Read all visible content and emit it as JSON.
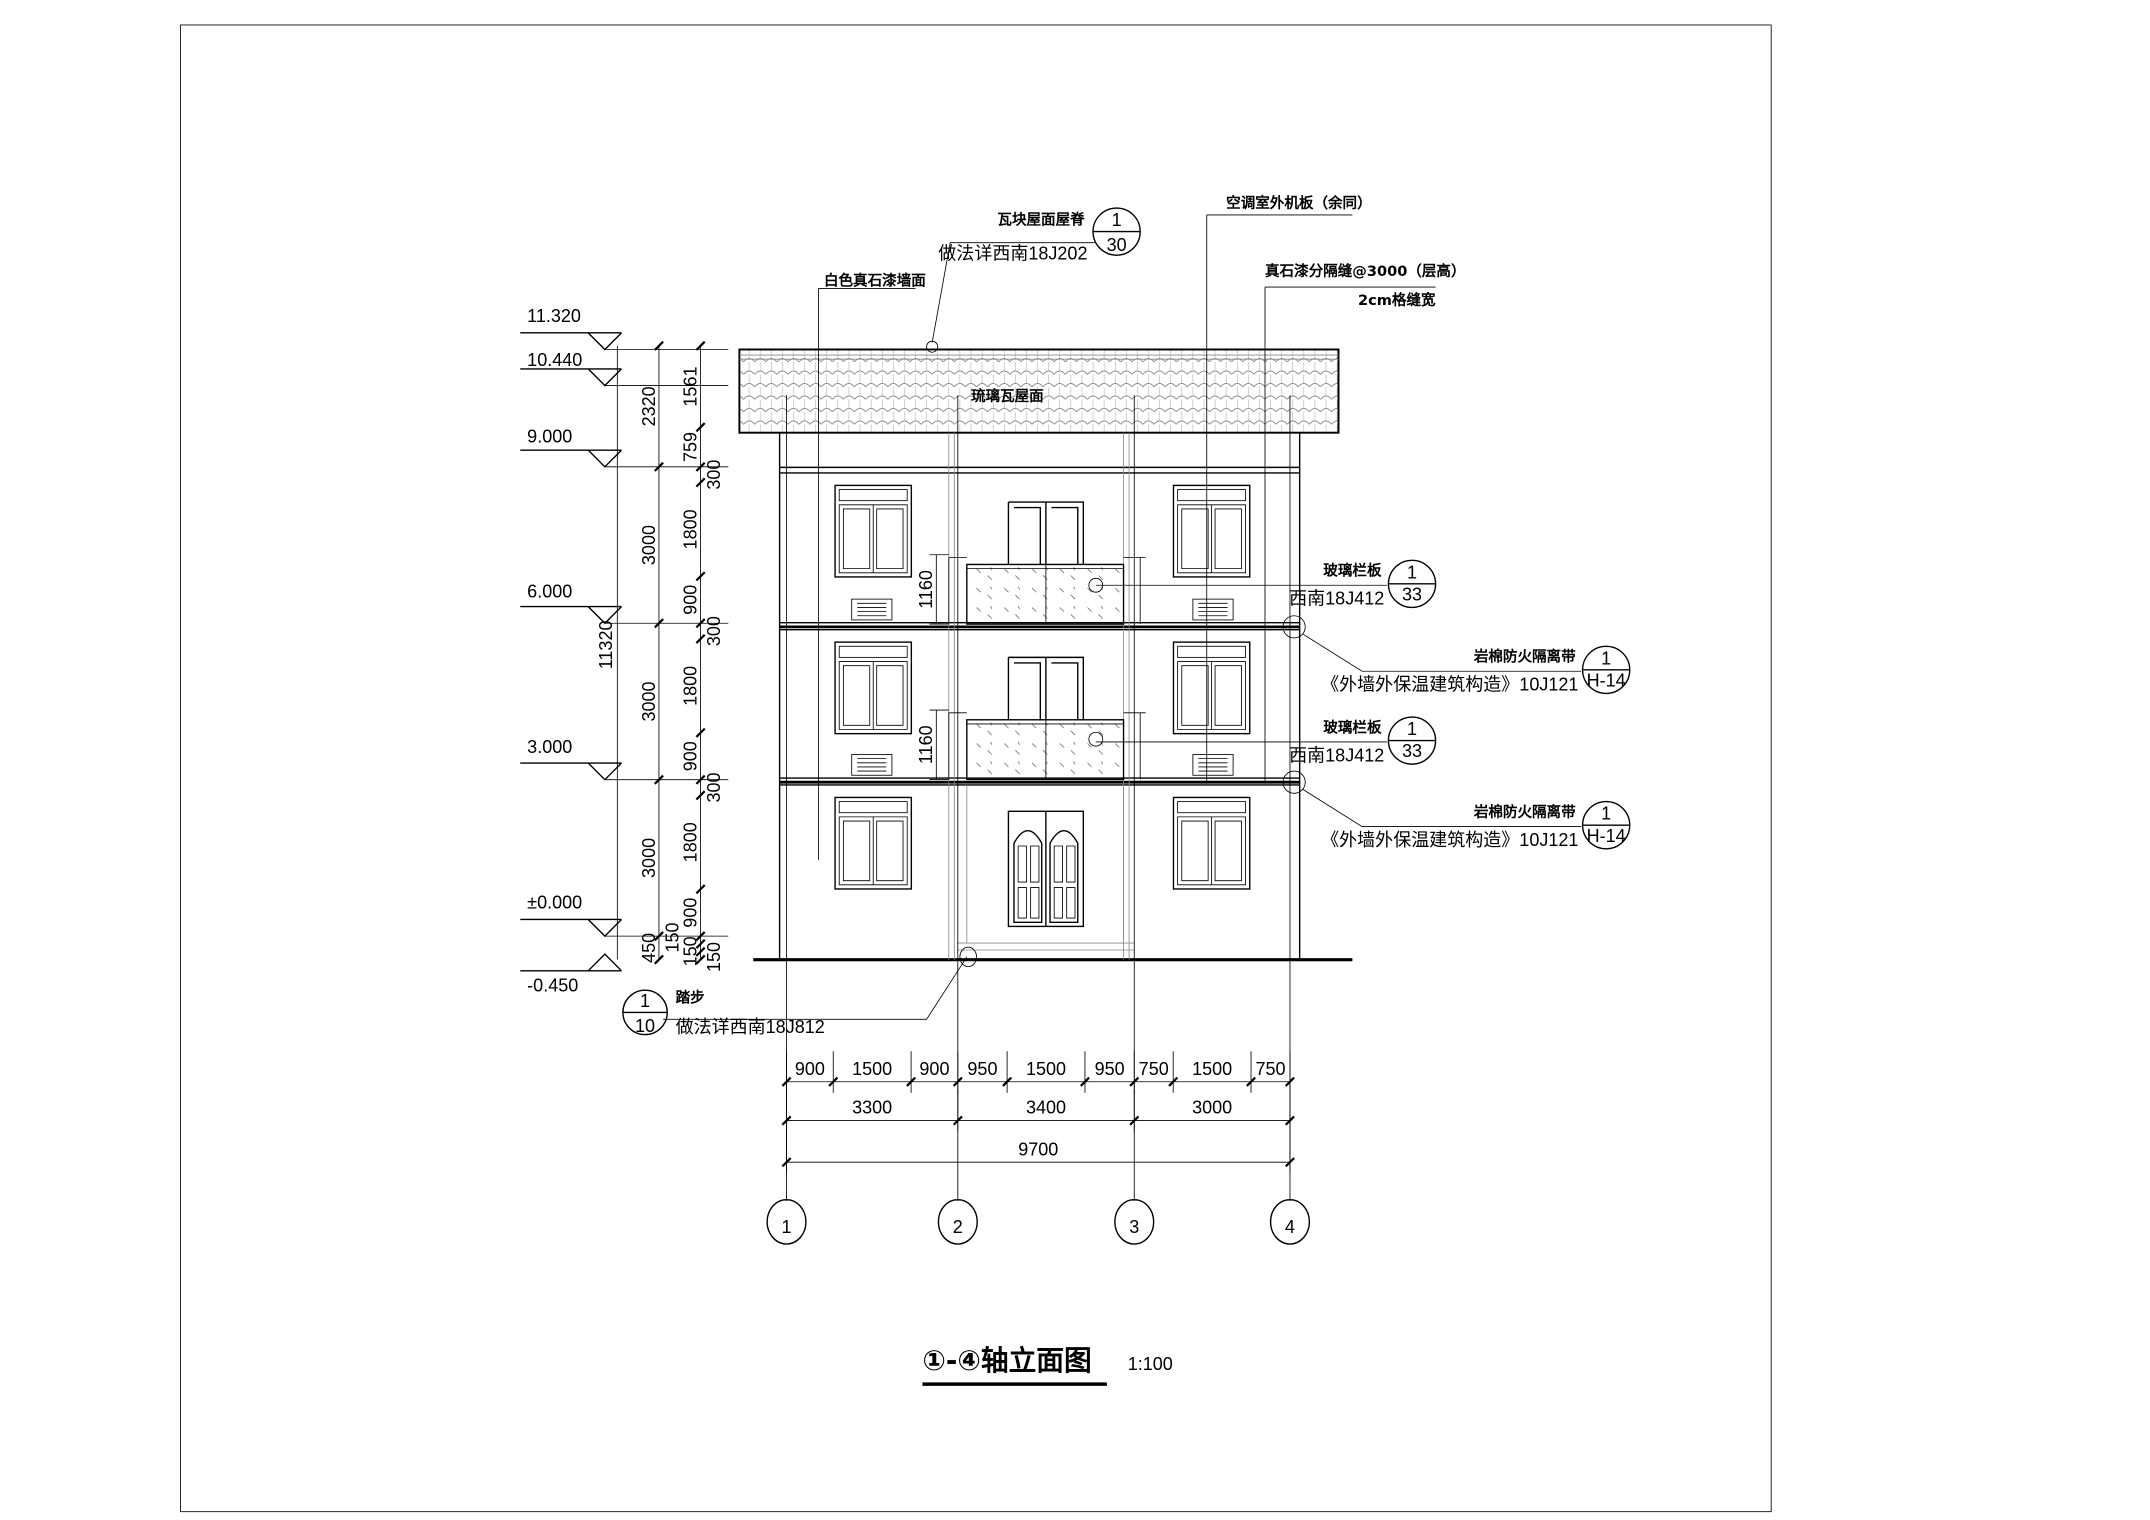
{
  "elevations": [
    "11.320",
    "10.440",
    "9.000",
    "6.000",
    "3.000",
    "±0.000",
    "-0.450"
  ],
  "dims_vertical": {
    "total": "11320",
    "outer": [
      "2320",
      "3000",
      "3000",
      "3000",
      "450"
    ],
    "inner": [
      "1561",
      "759",
      "300",
      "1800",
      "900",
      "300",
      "1800",
      "900",
      "300",
      "1800",
      "900",
      "150",
      "150",
      "150"
    ],
    "balcony": [
      "1160",
      "1160"
    ]
  },
  "dims_horizontal": {
    "row1": [
      "900",
      "1500",
      "900",
      "950",
      "1500",
      "950",
      "750",
      "1500",
      "750"
    ],
    "row2": [
      "3300",
      "3400",
      "3000"
    ],
    "row3": "9700"
  },
  "axes": [
    "1",
    "2",
    "3",
    "4"
  ],
  "annotations": {
    "roof_ridge": {
      "title": "瓦块屋面屋脊",
      "ref": "做法详西南18J202",
      "num": "1",
      "sheet": "30"
    },
    "wall": {
      "title": "白色真石漆墙面"
    },
    "ac_board": {
      "title": "空调室外机板（余同）"
    },
    "joint": {
      "title": "真石漆分隔缝@3000（层高）",
      "sub": "2cm格缝宽"
    },
    "roof_tile": {
      "title": "琉璃瓦屋面"
    },
    "glass_rail_1": {
      "title": "玻璃栏板",
      "ref": "西南18J412",
      "num": "1",
      "sheet": "33"
    },
    "fire_band_1": {
      "title": "岩棉防火隔离带",
      "ref": "《外墙外保温建筑构造》10J121",
      "num": "1",
      "sheet": "H-14"
    },
    "glass_rail_2": {
      "title": "玻璃栏板",
      "ref": "西南18J412",
      "num": "1",
      "sheet": "33"
    },
    "fire_band_2": {
      "title": "岩棉防火隔离带",
      "ref": "《外墙外保温建筑构造》10J121",
      "num": "1",
      "sheet": "H-14"
    },
    "steps": {
      "title": "踏步",
      "ref": "做法详西南18J812",
      "num": "1",
      "sheet": "10"
    }
  },
  "title": {
    "name": "①-④轴立面图",
    "scale": "1:100"
  }
}
